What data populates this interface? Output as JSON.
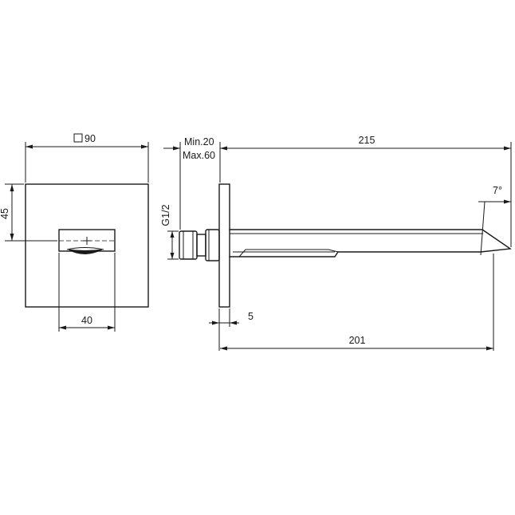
{
  "front_view": {
    "plate_size_label": "90",
    "height_label": "45",
    "width_label": "40"
  },
  "side_view": {
    "wall_range_min": "Min.20",
    "wall_range_max": "Max.60",
    "overall_length": "215",
    "connection_thread": "G1/2",
    "angle": "7°",
    "plate_thickness": "5",
    "spout_length": "201"
  }
}
